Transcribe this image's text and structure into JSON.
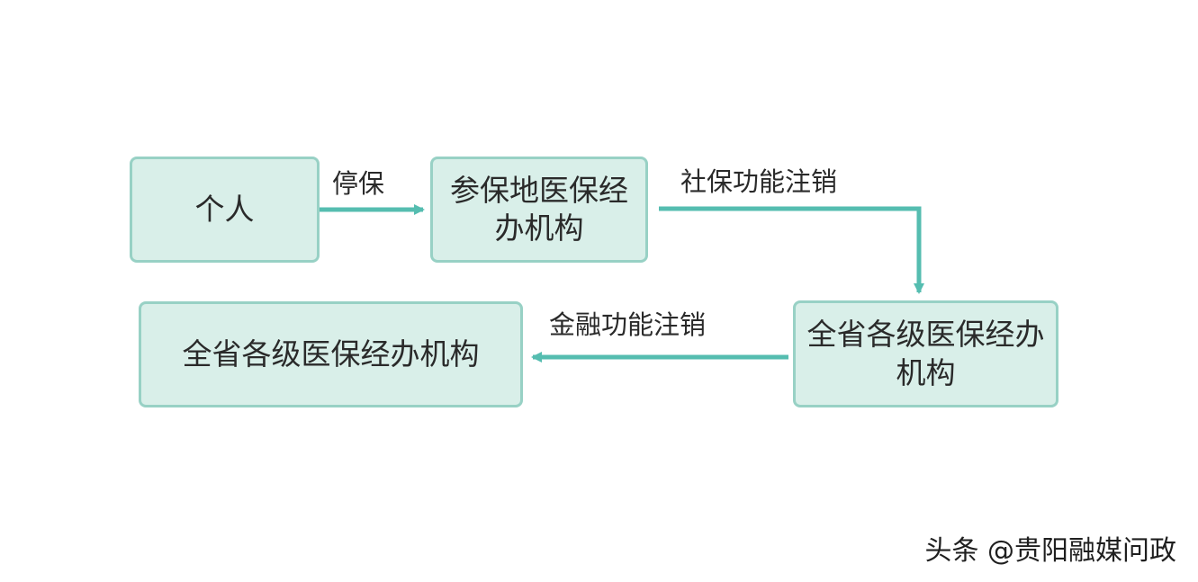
{
  "colors": {
    "node_fill": "#d9efe9",
    "node_border": "#98d1c5",
    "arrow": "#55bdb0",
    "text": "#2a2a2a"
  },
  "nodes": {
    "individual": "个人",
    "insured_agency": "参保地医保经办机构",
    "province_agency_right": "全省各级医保经办机构",
    "province_agency_left": "全省各级医保经办机构"
  },
  "edges": {
    "stop_insurance": "停保",
    "social_security_cancel": "社保功能注销",
    "finance_cancel": "金融功能注销"
  },
  "watermark": "头条 @贵阳融媒问政"
}
